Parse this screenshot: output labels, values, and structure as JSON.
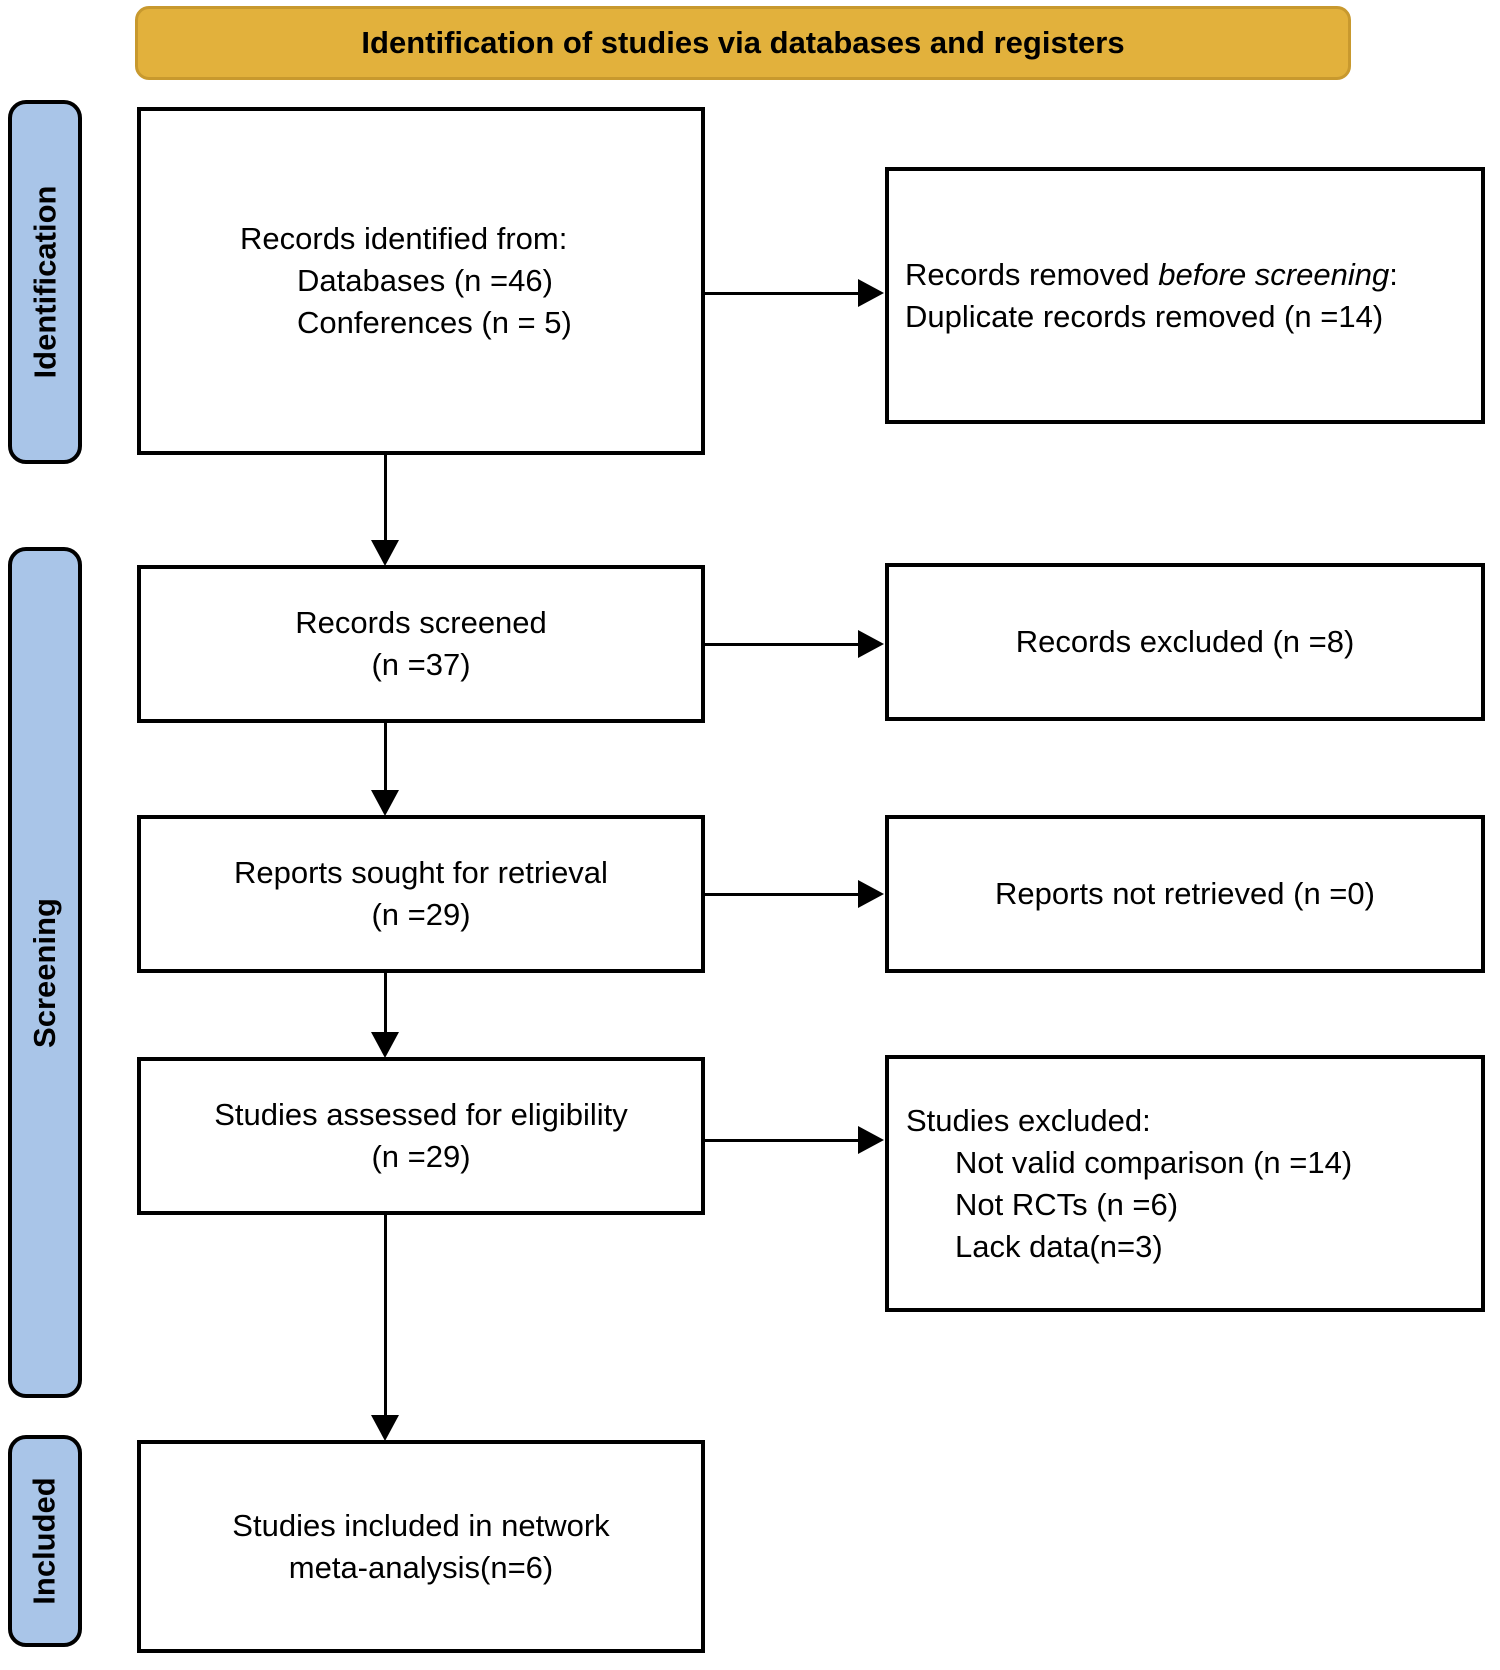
{
  "header": {
    "title": "Identification of studies via databases and registers"
  },
  "sidebar": {
    "identification_label": "Identification",
    "screening_label": "Screening",
    "included_label": "Included"
  },
  "boxes": {
    "records_identified": {
      "title": "Records identified from:",
      "items": [
        "Databases (n =46)",
        "Conferences (n = 5)"
      ]
    },
    "records_removed": {
      "prefix": "Records removed ",
      "italic": "before screening",
      "suffix": ":",
      "line2": "Duplicate records removed (n =14)"
    },
    "records_screened": {
      "line1": "Records screened",
      "line2": "(n =37)"
    },
    "records_excluded": {
      "text": "Records excluded (n =8)"
    },
    "reports_sought": {
      "line1": "Reports sought for retrieval",
      "line2": "(n =29)"
    },
    "reports_not_retrieved": {
      "text": "Reports not retrieved (n =0)"
    },
    "studies_assessed": {
      "line1": "Studies assessed for eligibility",
      "line2": "(n =29)"
    },
    "studies_excluded": {
      "title": "Studies excluded:",
      "items": [
        "Not valid comparison (n =14)",
        "Not RCTs (n =6)",
        "Lack data(n=3)"
      ]
    },
    "studies_included": {
      "line1": "Studies included in network",
      "line2": "meta-analysis(n=6)"
    }
  },
  "colors": {
    "header_bg": "#E2B13C",
    "header_border": "#C8992E",
    "tab_bg": "#A9C5E8",
    "box_border": "#000000",
    "arrow": "#000000"
  }
}
